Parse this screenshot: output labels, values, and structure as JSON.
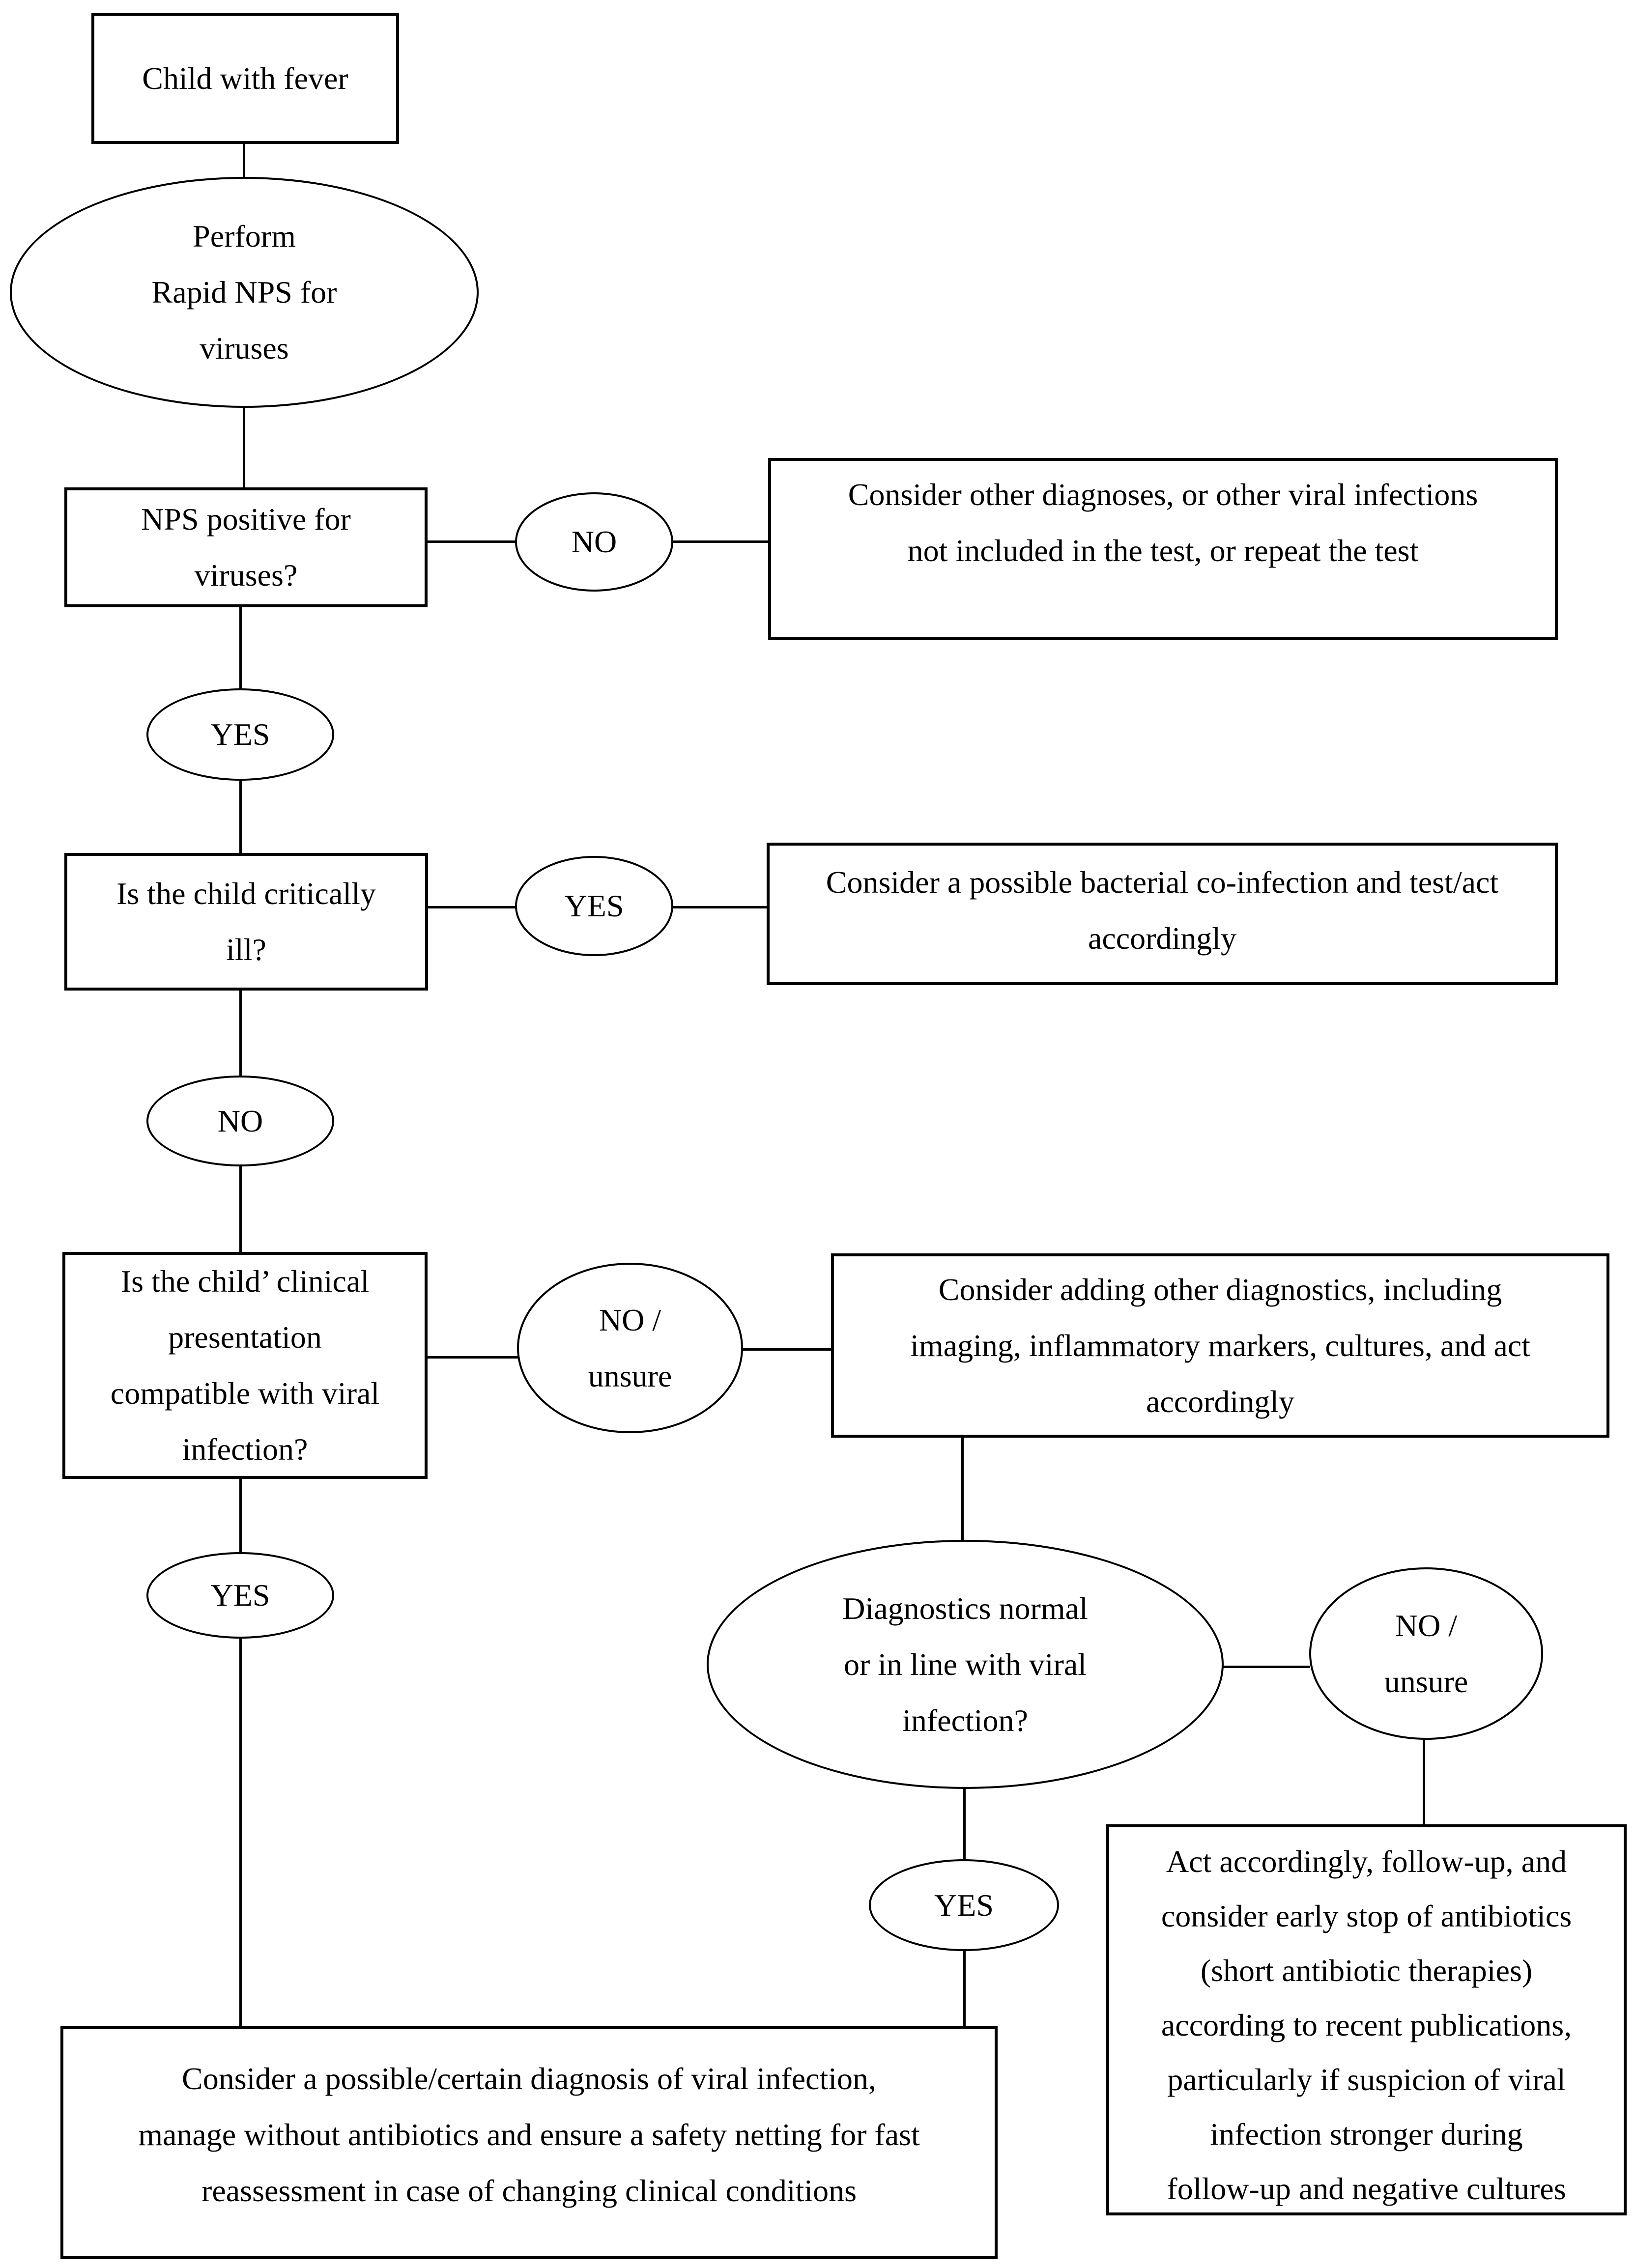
{
  "figure": {
    "background_color": "#ffffff",
    "stroke_color": "#000000",
    "description": "Clinical decision flowchart for child with fever and rapid NPS viral testing"
  },
  "flowchart": {
    "nodes": {
      "start": "Child with fever",
      "perform_nps": "Perform\nRapid NPS for\nviruses",
      "nps_positive": "NPS positive for\nviruses?",
      "no_1": "NO",
      "consider_other": "Consider other diagnoses, or other viral infections\nnot included in the test, or repeat the test",
      "yes_1": "YES",
      "critically_ill": "Is the child critically\nill?",
      "yes_2": "YES",
      "bacterial_coinfection": "Consider a possible bacterial co-infection and test/act\naccordingly",
      "no_2": "NO",
      "clinical_presentation": "Is the child’ clinical\npresentation\ncompatible with viral\ninfection?",
      "no_unsure_1": "NO /\nunsure",
      "adding_diagnostics": "Consider adding other diagnostics, including\nimaging, inflammatory markers, cultures, and act\naccordingly",
      "diagnostics_normal": "Diagnostics normal\nor in line with viral\ninfection?",
      "no_unsure_2": "NO /\nunsure",
      "yes_3": "YES",
      "yes_4": "YES",
      "act_accordingly": "Act accordingly, follow-up, and\nconsider early stop of antibiotics\n(short antibiotic therapies)\naccording to recent publications,\nparticularly if suspicion of viral\ninfection stronger during\nfollow-up and negative cultures",
      "viral_diagnosis": "Consider a possible/certain diagnosis of viral infection,\nmanage without antibiotics and ensure a safety netting for fast\nreassessment in case of changing clinical conditions"
    }
  }
}
